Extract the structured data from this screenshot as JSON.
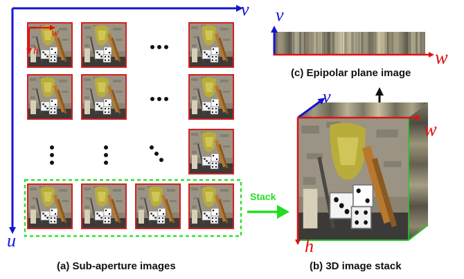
{
  "axes": {
    "main_u": "u",
    "main_v": "v",
    "tile_w": "w",
    "tile_h": "h",
    "epi_v": "v",
    "epi_w": "w",
    "stack_v": "v",
    "stack_w": "w",
    "stack_h": "h"
  },
  "captions": {
    "sub_aperture": "(a) Sub-aperture images",
    "image_stack": "(b) 3D image stack",
    "epipolar": "(c) Epipolar plane image"
  },
  "stack_label": "Stack",
  "colors": {
    "axis_blue": "#1414d2",
    "axis_red": "#e01010",
    "tile_border": "#d42020",
    "dashed_green": "#2ee02e",
    "arrow_green": "#22dd22",
    "stack_top": "#e81b1b",
    "stack_bottom": "#22cc22"
  },
  "grid": {
    "visible_rows": 4,
    "visible_cols": 4,
    "ellipsis": "dots"
  }
}
